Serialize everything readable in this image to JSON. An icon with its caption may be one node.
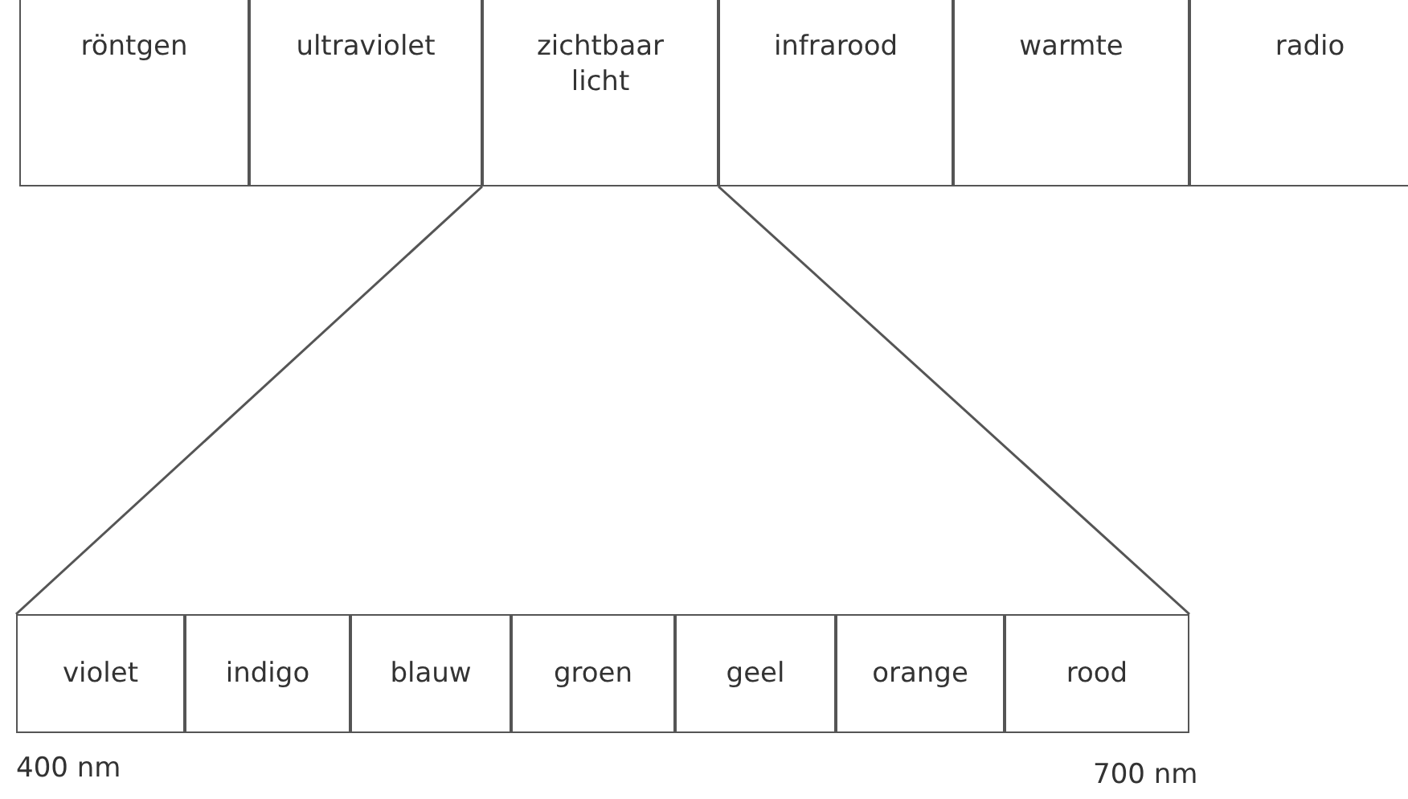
{
  "diagram": {
    "nodes": [
      {
        "text": [
          "röntgen"
        ]
      },
      {
        "text": [
          "ultraviolet"
        ]
      },
      {
        "text": [
          "zichtbaar licht"
        ]
      },
      {
        "text": [
          "infrarood"
        ]
      },
      {
        "text": [
          "warmte"
        ]
      },
      {
        "text": [
          "radio"
        ]
      },
      {
        "text": [
          "violet"
        ]
      },
      {
        "text": [
          "indigo"
        ]
      },
      {
        "text": [
          "blauw"
        ]
      },
      {
        "text": [
          "groen"
        ]
      },
      {
        "text": [
          "geel"
        ]
      },
      {
        "text": [
          "orange"
        ]
      },
      {
        "text": [
          "rood"
        ]
      }
    ],
    "edges": [
      {
        "from": 2,
        "to": 6,
        "arrow": "none"
      },
      {
        "from": 2,
        "to": 12,
        "arrow": "none"
      }
    ],
    "labels": [
      "400 nm",
      "700 nm"
    ]
  }
}
